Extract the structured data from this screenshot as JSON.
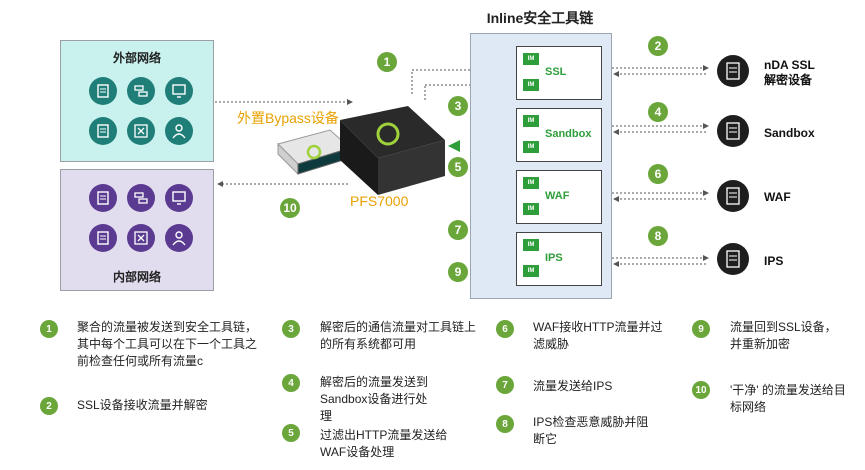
{
  "external_zone": {
    "title": "外部网络",
    "icons": [
      "server-icon",
      "database-icon",
      "desktop-icon",
      "server-icon",
      "switch-icon",
      "user-icon"
    ]
  },
  "internal_zone": {
    "title": "内部网络",
    "icons": [
      "server-icon",
      "database-icon",
      "desktop-icon",
      "server-icon",
      "switch-icon",
      "user-icon"
    ]
  },
  "chain_title": "Inline安全工具链",
  "device": {
    "bypass_label": "外置Bypass设备",
    "model_label": "PFS7000"
  },
  "tools": [
    {
      "name": "SSL",
      "im": "IM"
    },
    {
      "name": "Sandbox",
      "im": "IM"
    },
    {
      "name": "WAF",
      "im": "IM"
    },
    {
      "name": "IPS",
      "im": "IM"
    }
  ],
  "servers": [
    {
      "label_line1": "nDA SSL",
      "label_line2": "解密设备"
    },
    {
      "label_line1": "Sandbox",
      "label_line2": ""
    },
    {
      "label_line1": "WAF",
      "label_line2": ""
    },
    {
      "label_line1": "IPS",
      "label_line2": ""
    }
  ],
  "step_numbers": [
    "1",
    "2",
    "3",
    "4",
    "5",
    "6",
    "7",
    "8",
    "9",
    "10"
  ],
  "legend": [
    {
      "num": "1",
      "text": "聚合的流量被发送到安全工具链，其中每个工具可以在下一个工具之前检查任何或所有流量c"
    },
    {
      "num": "2",
      "text": "SSL设备接收流量并解密"
    },
    {
      "num": "3",
      "text": "解密后的通信流量对工具链上的所有系统都可用"
    },
    {
      "num": "4",
      "text": "解密后的流量发送到Sandbox设备进行处理"
    },
    {
      "num": "5",
      "text": "过滤出HTTP流量发送给WAF设备处理"
    },
    {
      "num": "6",
      "text": "WAF接收HTTP流量并过滤威胁"
    },
    {
      "num": "7",
      "text": "流量发送给IPS"
    },
    {
      "num": "8",
      "text": "IPS检查恶意威胁并阻断它"
    },
    {
      "num": "9",
      "text": "流量回到SSL设备，并重新加密"
    },
    {
      "num": "10",
      "text": "'干净' 的流量发送给目标网络"
    }
  ],
  "colors": {
    "accent_green": "#6aa63a",
    "tool_green": "#2e9e3a",
    "device_orange": "#e8a100",
    "ext_bg": "#c9f2ef",
    "int_bg": "#e2dcef",
    "chain_bg": "#dfe8f5"
  }
}
